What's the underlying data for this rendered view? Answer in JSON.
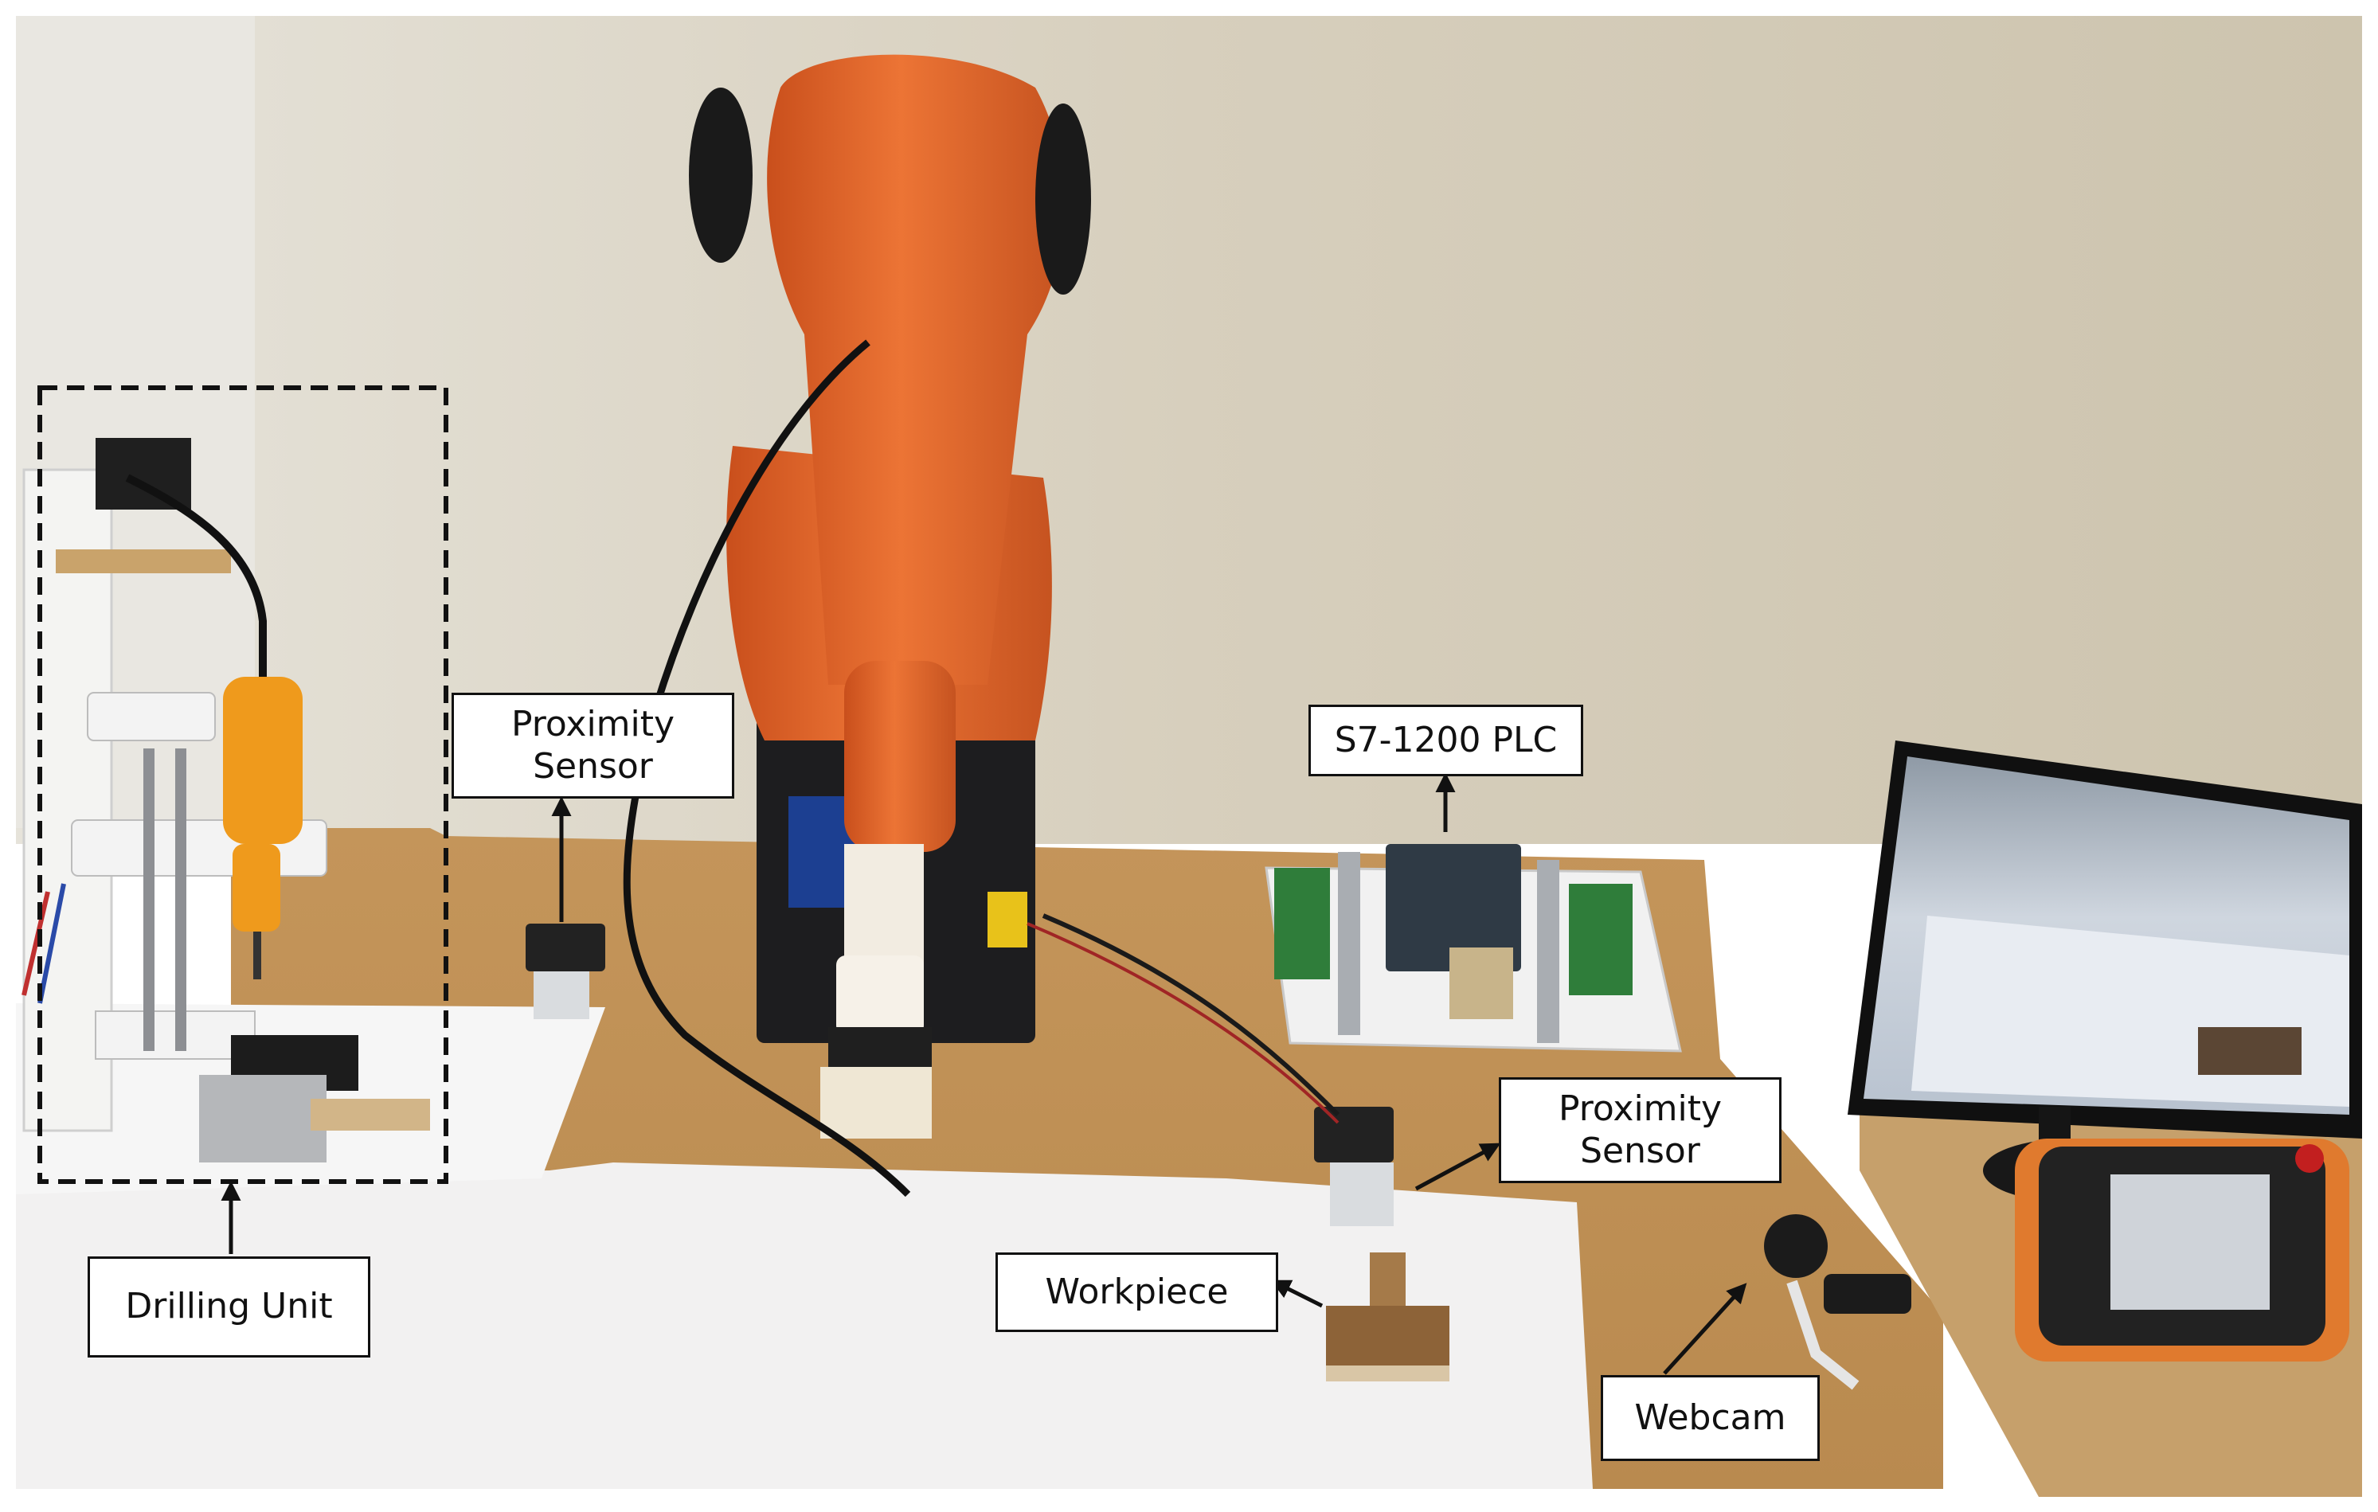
{
  "labels": {
    "drilling_unit": "Drilling Unit",
    "proximity_sensor_left": [
      "Proximity",
      "Sensor"
    ],
    "s7_plc": "S7-1200 PLC",
    "proximity_sensor_right": [
      "Proximity",
      "Sensor"
    ],
    "workpiece": "Workpiece",
    "webcam": "Webcam"
  },
  "colors": {
    "wall": "#dcd6c6",
    "desk": "#c99a5b",
    "paper": "#f3f2f2",
    "robot": "#e3662a",
    "robot_base": "#1d1d1f",
    "label_border": "#111111"
  }
}
